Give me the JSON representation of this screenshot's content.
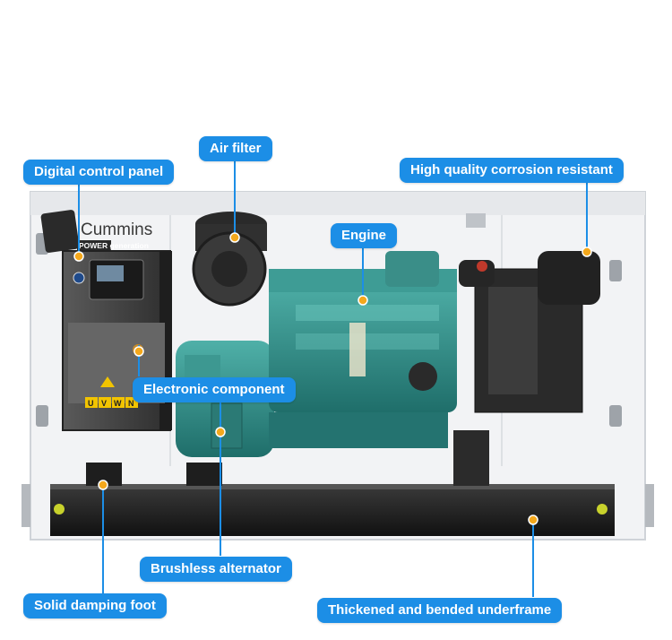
{
  "image": {
    "subject": "Cummins diesel generator set, cutaway view",
    "brand": {
      "name": "Cummins",
      "tagline": "POWER generation"
    },
    "accent_color": "#1c8ee6",
    "engine_color": "#2e8c87",
    "terminal_labels": [
      "U",
      "V",
      "W",
      "N"
    ]
  },
  "callouts": {
    "air_filter": "Air filter",
    "digital_control_panel": "Digital control panel",
    "corrosion": "High quality corrosion resistant",
    "engine": "Engine",
    "electronic_component": "Electronic component",
    "brushless_alternator": "Brushless alternator",
    "solid_damping_foot": "Solid damping foot",
    "underframe": "Thickened and bended underframe"
  }
}
